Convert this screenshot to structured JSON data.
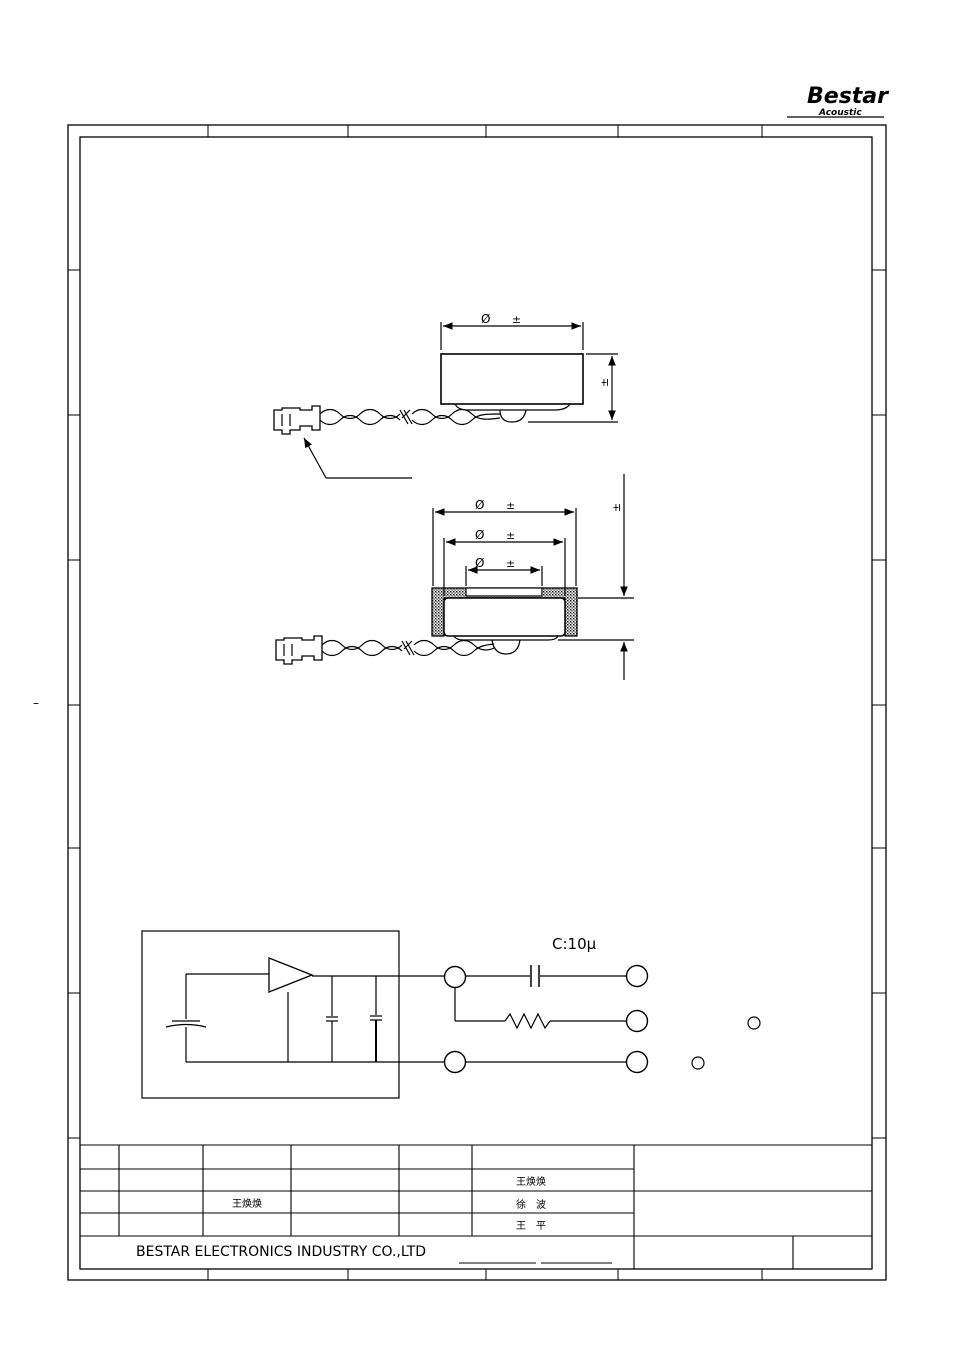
{
  "logo": {
    "brand": "Bestar",
    "sub": "Acoustic"
  },
  "dimensions": {
    "top_diameter": {
      "symbol": "Ø",
      "pm": "±"
    },
    "top_height_pm": "±",
    "outer_diameter": {
      "symbol": "Ø",
      "pm": "±"
    },
    "mid_diameter": {
      "symbol": "Ø",
      "pm": "±"
    },
    "inner_diameter": {
      "symbol": "Ø",
      "pm": "±"
    },
    "side_height_pm": "±"
  },
  "circuit": {
    "capacitor_label": "C:10μ"
  },
  "title_block": {
    "drawn_by": "王焕焕",
    "row1_name": "王焕焕",
    "row2_name": "徐　波",
    "row3_name": "王　平",
    "company": "BESTAR ELECTRONICS INDUSTRY CO.,LTD"
  },
  "margin_mark": "–"
}
